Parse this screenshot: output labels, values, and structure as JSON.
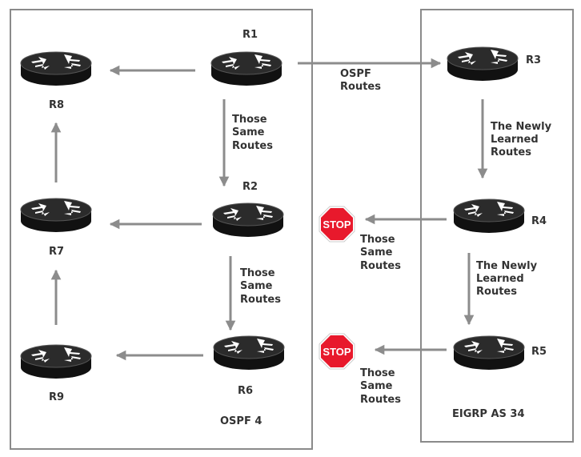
{
  "domains": {
    "ospf": "OSPF 4",
    "eigrp": "EIGRP AS 34"
  },
  "routers": {
    "r1": "R1",
    "r2": "R2",
    "r3": "R3",
    "r4": "R4",
    "r5": "R5",
    "r6": "R6",
    "r7": "R7",
    "r8": "R8",
    "r9": "R9"
  },
  "edge_labels": {
    "ospf_routes_1": "OSPF",
    "ospf_routes_2": "Routes",
    "same_1": "Those",
    "same_2": "Same",
    "same_3": "Routes",
    "newly_1": "The Newly",
    "newly_2": "Learned",
    "newly_3": "Routes"
  },
  "stop_sign": "STOP",
  "colors": {
    "arrow": "#8c8c8c",
    "box_border": "#8a8a8a",
    "router_body": "#111111",
    "stop_red": "#e8192c"
  }
}
